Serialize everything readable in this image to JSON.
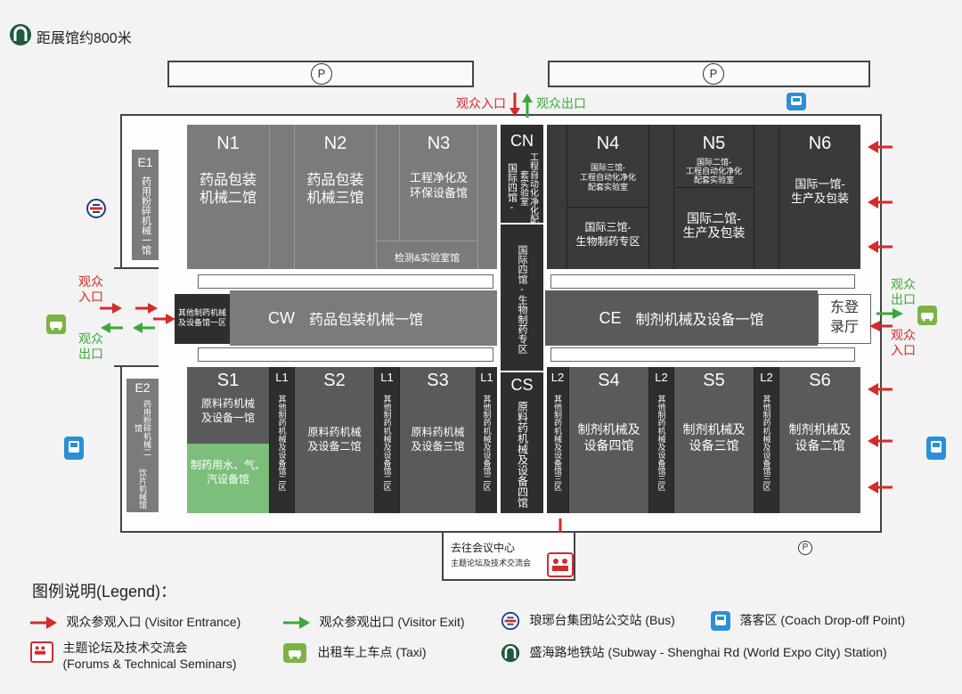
{
  "header": {
    "distance_label": "距展馆约800米"
  },
  "parking": {
    "symbol": "P"
  },
  "flow": {
    "north_entry": "观众入口",
    "north_exit": "观众出口",
    "west_entry": "观众\n入口",
    "west_exit": "观众\n出口",
    "east_exit": "观众\n出口",
    "east_entry": "观众\n入口"
  },
  "halls": {
    "E1": {
      "code": "E1",
      "name": "药用粉碎机械一馆"
    },
    "E2": {
      "code": "E2",
      "name": "药用粉碎机械二馆",
      "name2": "饮片机械馆"
    },
    "N1": {
      "code": "N1",
      "name": "药品包装\n机械二馆"
    },
    "N2": {
      "code": "N2",
      "name": "药品包装\n机械三馆"
    },
    "N3": {
      "code": "N3",
      "name": "工程净化及\n环保设备馆",
      "sub": "检测&实验室馆"
    },
    "CN": {
      "code": "CN",
      "name_a": "国际四馆-",
      "name_b": "工程自动化净化配套实验室"
    },
    "N4": {
      "code": "N4",
      "name_top": "国际三馆-\n工程自动化净化\n配套实验室",
      "name_bottom": "国际三馆-\n生物制药专区"
    },
    "N5": {
      "code": "N5",
      "name_top": "国际二馆-\n工程自动化净化\n配套实验室",
      "name_bottom": "国际二馆-\n生产及包装"
    },
    "N6": {
      "code": "N6",
      "name": "国际一馆-\n生产及包装"
    },
    "CW": {
      "code": "CW",
      "name": "药品包装机械一馆",
      "annex": "其他制药机械\n及设备馆一区"
    },
    "C_mid": {
      "name": "国际四馆-生物制药专区"
    },
    "CE": {
      "code": "CE",
      "name": "制剂机械及设备一馆"
    },
    "east_hall": {
      "name": "东登\n录厅"
    },
    "S1": {
      "code": "S1",
      "name": "原料药机械\n及设备一馆",
      "sub": "制药用水、气、\n汽设备馆"
    },
    "S2": {
      "code": "S2",
      "name": "原料药机械\n及设备二馆"
    },
    "S3": {
      "code": "S3",
      "name": "原料药机械\n及设备三馆"
    },
    "CS": {
      "code": "CS",
      "name": "原料药机械及设备四馆"
    },
    "S4": {
      "code": "S4",
      "name": "制剂机械及\n设备四馆"
    },
    "S5": {
      "code": "S5",
      "name": "制剂机械及\n设备三馆"
    },
    "S6": {
      "code": "S6",
      "name": "制剂机械及\n设备二馆"
    },
    "L1": {
      "code": "L1",
      "name": "其他制药机械及设备馆二区"
    },
    "L2": {
      "code": "L2",
      "name": "其他制药机械及设备馆三区"
    }
  },
  "conference": {
    "title": "去往会议中心",
    "subtitle": "主题论坛及技术交流会"
  },
  "legend": {
    "title": "图例说明(Legend)：",
    "items": [
      {
        "icon": "red-arrow-icon",
        "text": "观众参观入口 (Visitor Entrance)"
      },
      {
        "icon": "green-arrow-icon",
        "text": "观众参观出口 (Visitor Exit)"
      },
      {
        "icon": "bus-station-icon",
        "text": "琅琊台集团站公交站 (Bus)"
      },
      {
        "icon": "coach-dropoff-icon",
        "text": "落客区 (Coach Drop-off Point)"
      },
      {
        "icon": "forum-icon",
        "text": "主题论坛及技术交流会\n(Forums & Technical Seminars)"
      },
      {
        "icon": "taxi-icon",
        "text": "出租车上车点 (Taxi)"
      },
      {
        "icon": "subway-icon",
        "text": "盛海路地铁站 (Subway - Shenghai Rd (World Expo City) Station)"
      }
    ]
  },
  "colors": {
    "entry": "#d42b2b",
    "exit": "#3ba83b",
    "hall_dark": "#3a3a3a",
    "hall_mid": "#5a5a5a",
    "hall_light": "#7b7b7b",
    "green_hall": "#7cbf7a",
    "bus_blue": "#2a8fd6"
  }
}
